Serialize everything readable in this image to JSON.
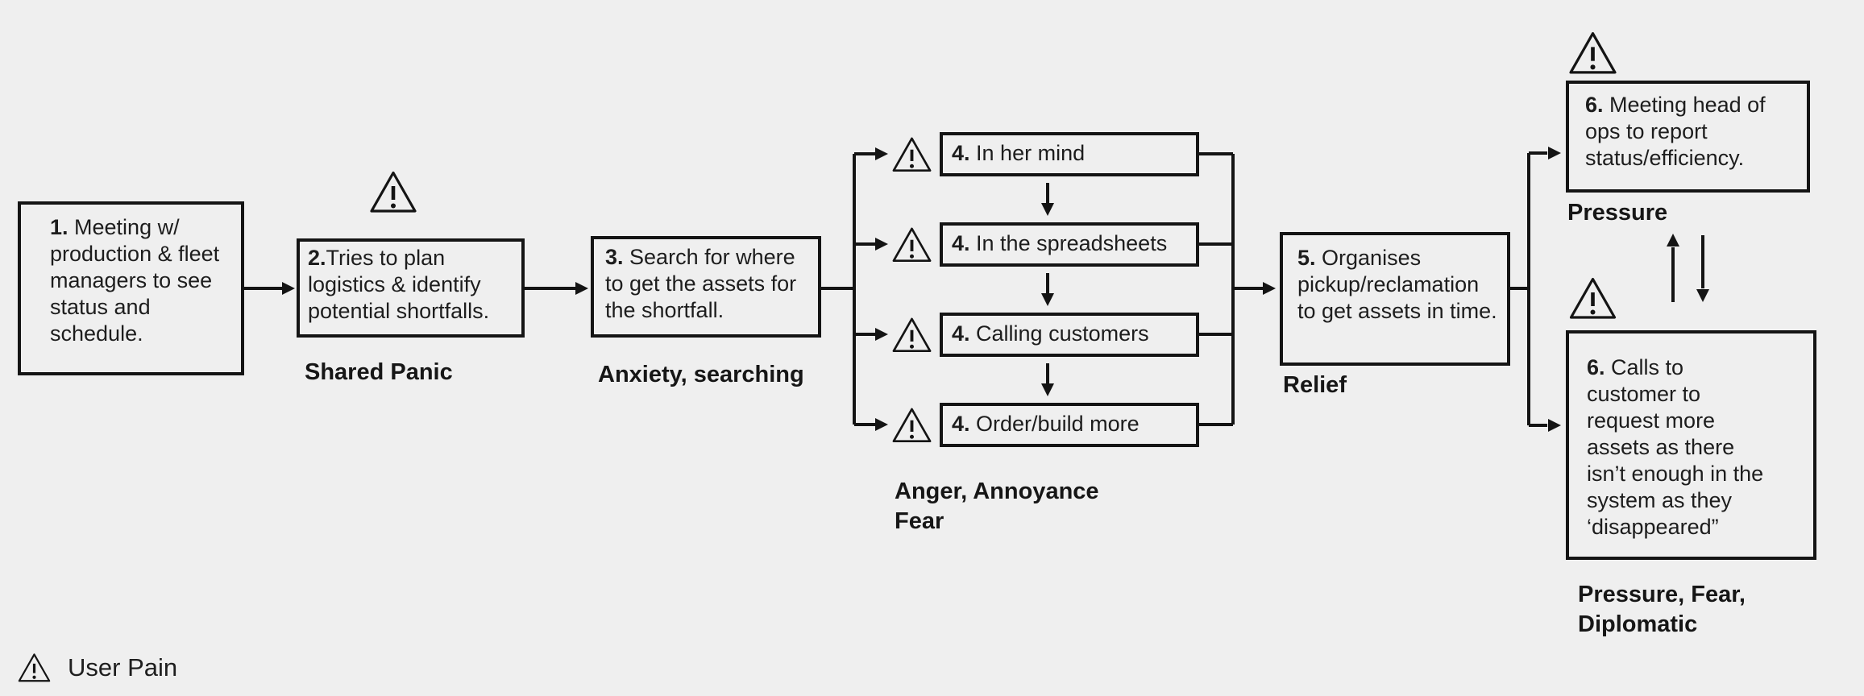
{
  "colors": {
    "background": "#efefef",
    "line": "#141414",
    "text": "#1d1d1d"
  },
  "steps": {
    "s1": {
      "num": "1.",
      "text": " Meeting w/ production & fleet managers to see status and schedule."
    },
    "s2": {
      "num": "2.",
      "text": "Tries to plan logistics & identify potential shortfalls."
    },
    "s3": {
      "num": "3.",
      "text": " Search for where to get the assets for the shortfall."
    },
    "s4a": {
      "num": "4.",
      "text": " In her mind"
    },
    "s4b": {
      "num": "4.",
      "text": " In the spreadsheets"
    },
    "s4c": {
      "num": "4.",
      "text": " Calling customers"
    },
    "s4d": {
      "num": "4.",
      "text": " Order/build more"
    },
    "s5": {
      "num": "5.",
      "text": " Organises pickup/reclamation to get assets in time."
    },
    "s6a": {
      "num": "6.",
      "text": " Meeting head of ops to report status/efficiency."
    },
    "s6b": {
      "num": "6.",
      "text": " Calls to customer to request more assets as there isn’t enough in the system as they ‘disappeared”"
    }
  },
  "emotions": {
    "shared_panic": "Shared Panic",
    "anxiety": "Anxiety, searching",
    "anger": "Anger, Annoyance\nFear",
    "relief": "Relief",
    "pressure": "Pressure",
    "pressure_fear": "Pressure, Fear,\nDiplomatic"
  },
  "legend": {
    "label": "User Pain"
  }
}
